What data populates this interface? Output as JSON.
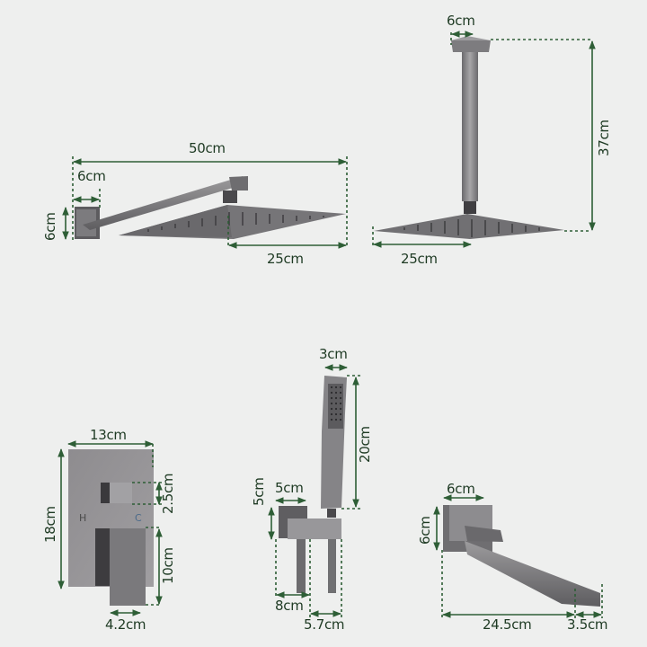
{
  "diagram": {
    "type": "product-dimension-diagram",
    "subject": "shower system set",
    "colors": {
      "background": "#eeefee",
      "dimension_line": "#2e5e36",
      "dimension_text": "#1e3a23",
      "metal_dark": "#5a5a5c",
      "metal_mid": "#7b7a7c",
      "metal_light": "#a9a8aa"
    },
    "components": [
      {
        "id": "wall-mounted-rain-shower",
        "dimensions": {
          "total_length": "50cm",
          "flange_width": "6cm",
          "flange_height": "6cm",
          "head_half_width": "25cm"
        }
      },
      {
        "id": "ceiling-mounted-rain-shower",
        "dimensions": {
          "flange_width": "6cm",
          "total_height": "37cm",
          "head_half_width": "25cm"
        }
      },
      {
        "id": "mixer-valve-plate",
        "dimensions": {
          "plate_width": "13cm",
          "plate_height": "18cm",
          "upper_handle_height": "2.5cm",
          "lower_handle_height": "10cm",
          "lower_handle_width": "4.2cm"
        },
        "markings": {
          "hot": "H",
          "cold": "C"
        }
      },
      {
        "id": "hand-shower-with-holder",
        "dimensions": {
          "handle_width": "3cm",
          "handle_length": "20cm",
          "holder_width": "5cm",
          "holder_height": "5cm",
          "outlet_offset": "8cm",
          "hose_offset": "5.7cm"
        }
      },
      {
        "id": "tub-spout",
        "dimensions": {
          "flange_width": "6cm",
          "flange_height": "6cm",
          "spout_length": "24.5cm",
          "tip_length": "3.5cm"
        }
      }
    ]
  }
}
